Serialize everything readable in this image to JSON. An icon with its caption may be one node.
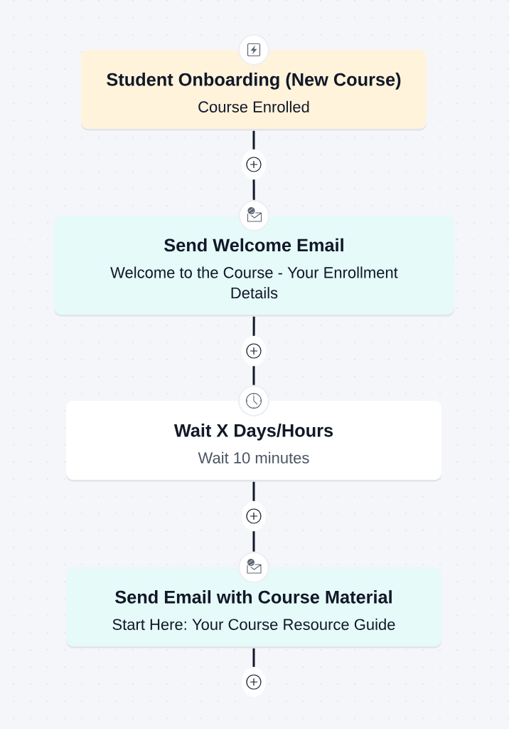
{
  "diagram": {
    "nodes": [
      {
        "text": [
          "Student Onboarding (New Course)",
          "Course Enrolled"
        ]
      },
      {
        "text": [],
        "shape": "circle"
      },
      {
        "text": [
          "Send Welcome Email",
          "Welcome to the Course - Your Enrollment Details"
        ]
      },
      {
        "text": [],
        "shape": "circle"
      },
      {
        "text": [
          "Wait X Days/Hours",
          "Wait 10 minutes"
        ]
      },
      {
        "text": [],
        "shape": "circle"
      },
      {
        "text": [
          "Send Email with Course Material",
          "Start Here: Your Course Resource Guide"
        ]
      },
      {
        "text": [],
        "shape": "circle"
      }
    ],
    "edges": [
      {
        "from": 0,
        "to": 1,
        "arrow": "none"
      },
      {
        "from": 1,
        "to": 2,
        "arrow": "none"
      },
      {
        "from": 2,
        "to": 3,
        "arrow": "none"
      },
      {
        "from": 3,
        "to": 4,
        "arrow": "none"
      },
      {
        "from": 4,
        "to": 5,
        "arrow": "none"
      },
      {
        "from": 5,
        "to": 6,
        "arrow": "none"
      },
      {
        "from": 6,
        "to": 7,
        "arrow": "none"
      }
    ]
  }
}
